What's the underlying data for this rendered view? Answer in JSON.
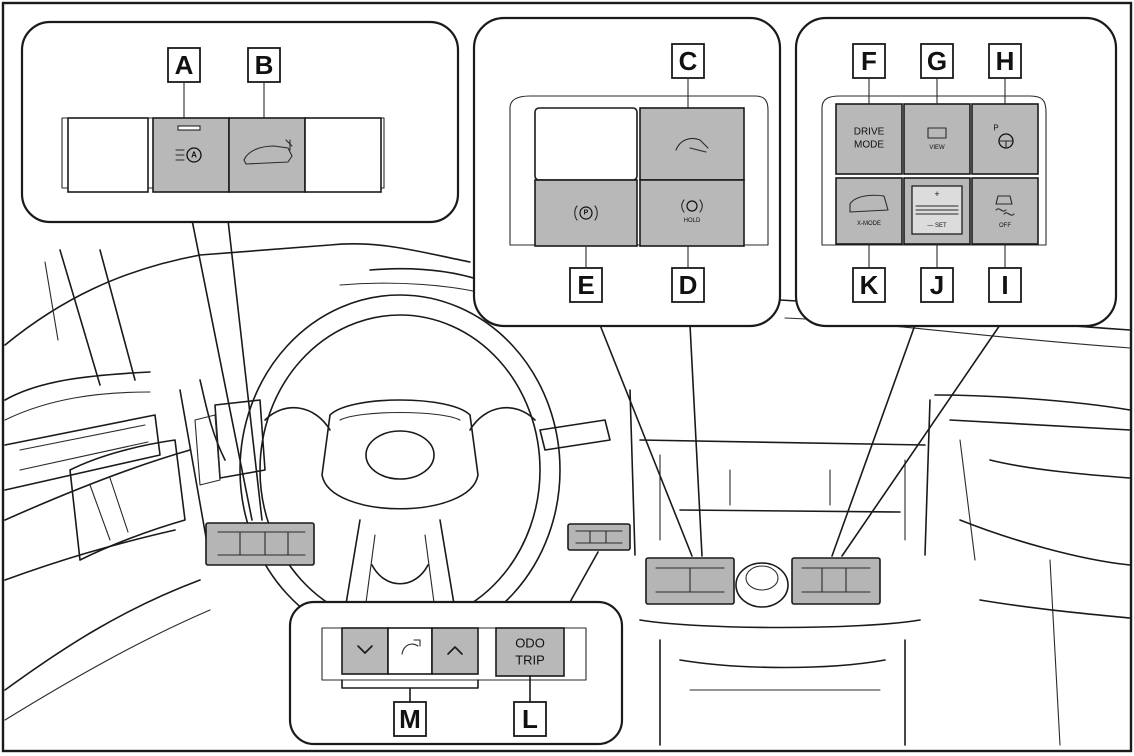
{
  "callouts": {
    "A": "A",
    "B": "B",
    "C": "C",
    "D": "D",
    "E": "E",
    "F": "F",
    "G": "G",
    "H": "H",
    "I": "I",
    "J": "J",
    "K": "K",
    "L": "L",
    "M": "M"
  },
  "buttons": {
    "drive_mode_line1": "DRIVE",
    "drive_mode_line2": "MODE",
    "view": "VIEW",
    "parking_p": "P",
    "xmode": "X-MODE",
    "set_plus": "+",
    "set_minus": "— SET",
    "off": "OFF",
    "hold": "HOLD",
    "odo_line1": "ODO",
    "odo_line2": "TRIP"
  },
  "icons": {
    "A": "auto-headlight-icon",
    "B": "vehicle-ride-height-icon",
    "C": "parking-assist-hand-icon",
    "D": "brake-hold-icon",
    "E": "electric-parking-brake-icon",
    "G": "camera-view-icon",
    "H": "steering-wheel-icon",
    "I": "traction-control-off-icon",
    "K": "x-mode-vehicle-icon",
    "M": "meter-select-arrows-icon"
  }
}
